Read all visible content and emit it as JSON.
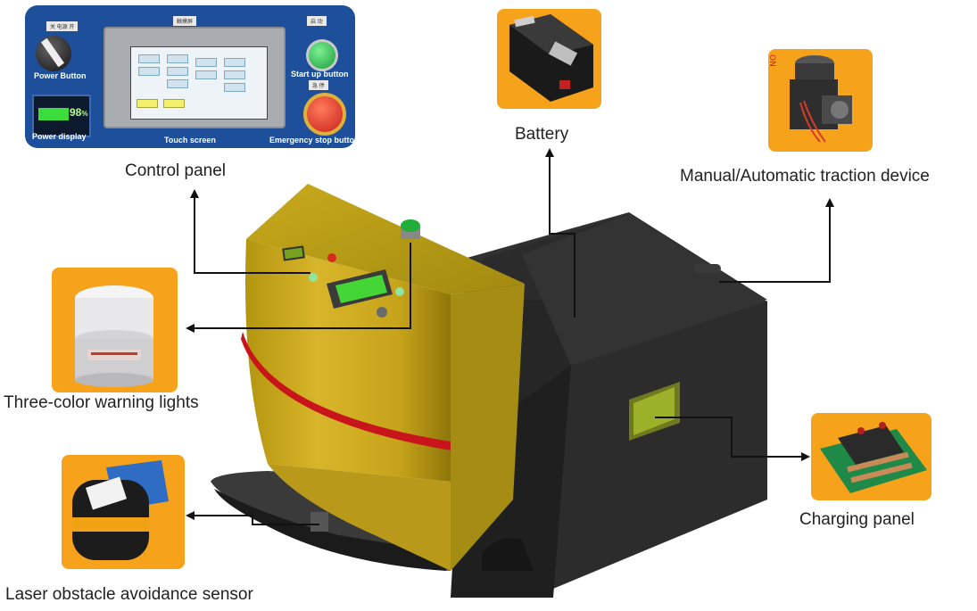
{
  "labels": {
    "control_panel": "Control panel",
    "battery": "Battery",
    "traction": "Manual/Automatic traction device",
    "warning_lights": "Three-color warning lights",
    "laser_sensor": "Laser obstacle avoidance sensor",
    "charging_panel": "Charging panel"
  },
  "control_panel_photo": {
    "power_button": "Power Button",
    "power_display": "Power display",
    "touch_screen": "Touch screen",
    "start_up_button": "Start up button",
    "emergency_stop_button": "Emergency stop button",
    "display_value": "98",
    "display_unit": "%"
  },
  "colors": {
    "tile_orange": "#f6a21a",
    "panel_blue": "#1d4f9a",
    "agv_yellow": "#c9a817",
    "agv_dark": "#2b2b2b",
    "stripe_red": "#c8151b"
  }
}
